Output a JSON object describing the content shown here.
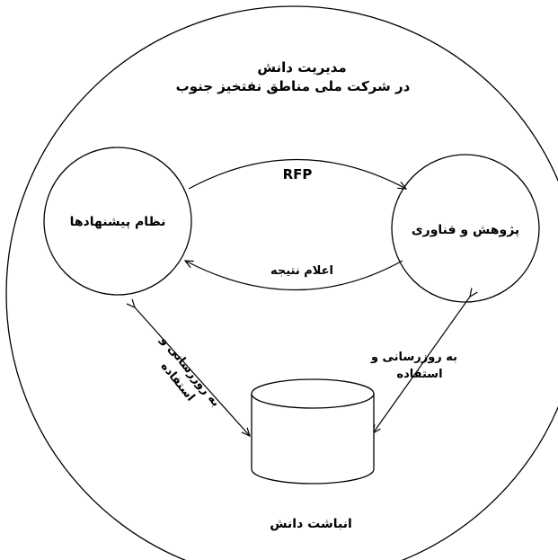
{
  "title": {
    "line1": "مدیریت دانش",
    "line2": "در شرکت ملی مناطق نفتخیز جنوب"
  },
  "nodes": {
    "proposal_system": "نظام پیشنهادها",
    "research_tech": "پژوهش و فناوری",
    "knowledge_store": "انباشت دانش"
  },
  "edges": {
    "rfp": "RFP",
    "result_announcement": "اعلام نتیجه",
    "update_use_left_line1": "به روزرسانی و",
    "update_use_left_line2": "استفاده",
    "update_use_right_line1": "به روزرسانی و",
    "update_use_right_line2": "استفاده"
  }
}
